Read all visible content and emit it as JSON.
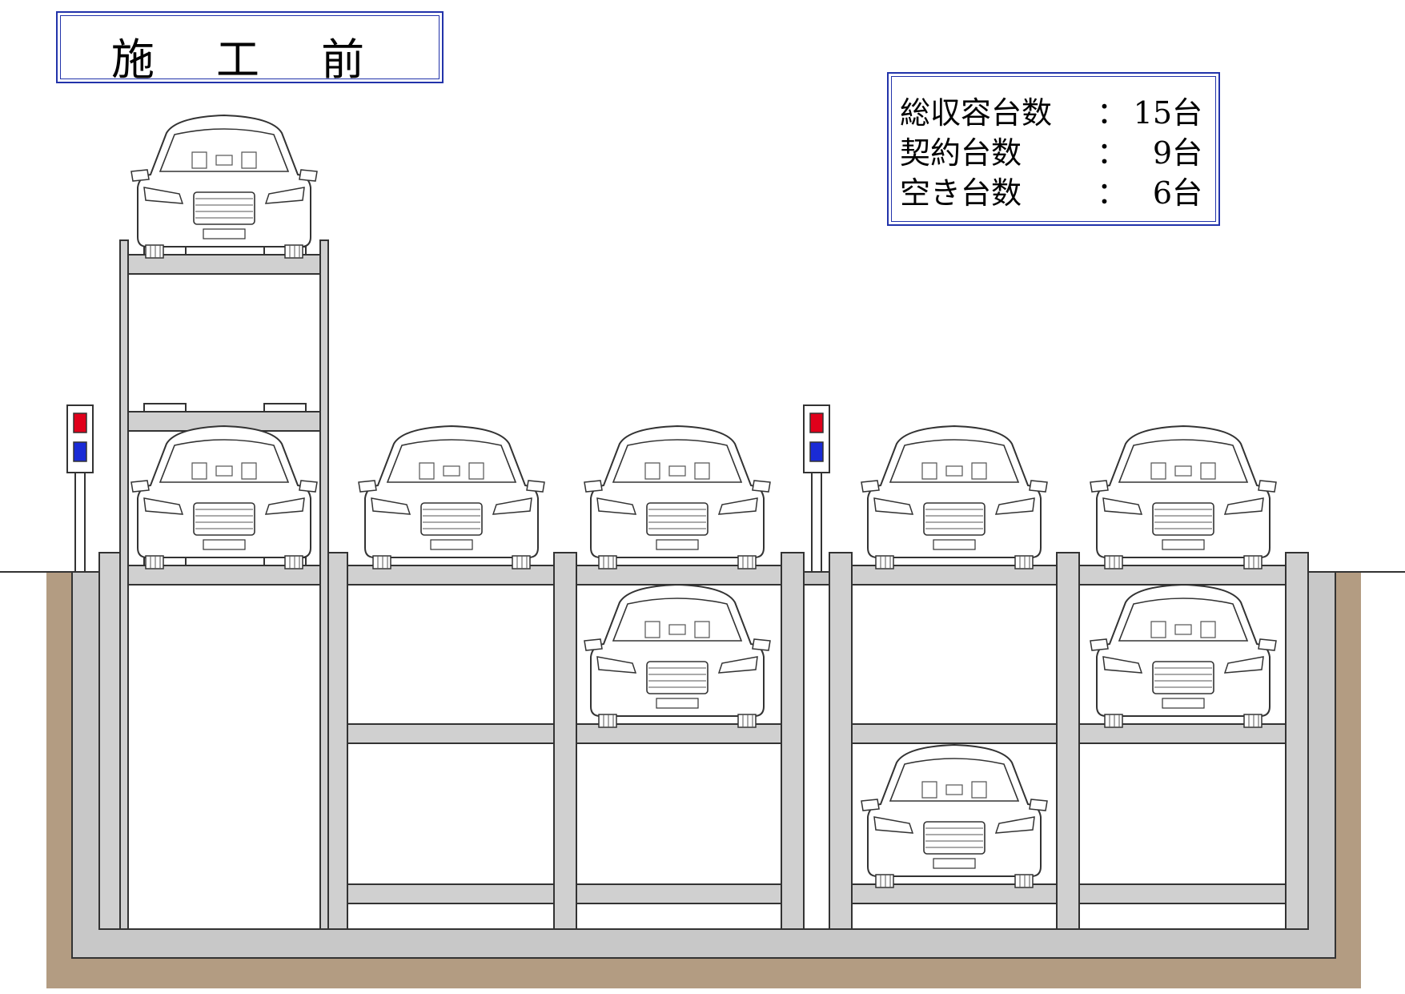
{
  "title": "施 工 前",
  "summary": [
    {
      "label": "総収容台数",
      "separator": "：",
      "value": "15台"
    },
    {
      "label": "契約台数",
      "separator": "：",
      "value": "9台"
    },
    {
      "label": "空き台数",
      "separator": "：",
      "value": "6台"
    }
  ],
  "colors": {
    "ground": "#b39c82",
    "concrete": "#c8c8c8",
    "steel": "#d0d0d0",
    "outline": "#333333",
    "signal_red": "#e0001b",
    "signal_blue": "#1a2bd6",
    "frame_blue": "#2233aa"
  },
  "units": [
    {
      "id": "unit-1",
      "levels": 4,
      "occupied": [
        false,
        true,
        false,
        true
      ]
    },
    {
      "id": "unit-2",
      "levels": 3,
      "occupied": [
        false,
        false,
        true
      ]
    },
    {
      "id": "unit-3",
      "levels": 3,
      "occupied": [
        false,
        true,
        true
      ]
    },
    {
      "id": "unit-4",
      "levels": 3,
      "occupied": [
        true,
        false,
        true
      ]
    },
    {
      "id": "unit-5",
      "levels": 3,
      "occupied": [
        false,
        true,
        true
      ]
    }
  ],
  "signals": [
    {
      "id": "signal-left",
      "lights": [
        "red",
        "blue"
      ]
    },
    {
      "id": "signal-right",
      "lights": [
        "red",
        "blue"
      ]
    }
  ]
}
